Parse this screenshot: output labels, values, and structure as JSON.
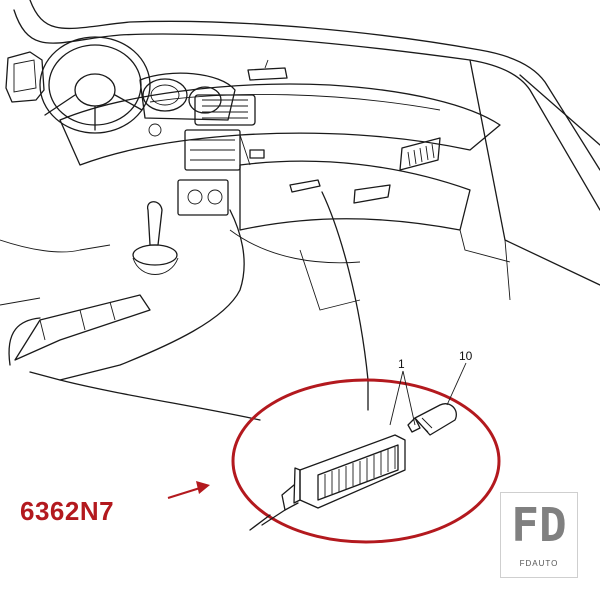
{
  "part_code": "6362N7",
  "callouts": [
    {
      "id": "callout-1",
      "label": "1"
    },
    {
      "id": "callout-10",
      "label": "10"
    }
  ],
  "brand": {
    "mark": "FD",
    "name": "FDAUTO"
  },
  "colors": {
    "highlight": "#b3191e",
    "line": "#1a1a1a",
    "logo_mark": "#808080",
    "logo_text": "#555555"
  }
}
